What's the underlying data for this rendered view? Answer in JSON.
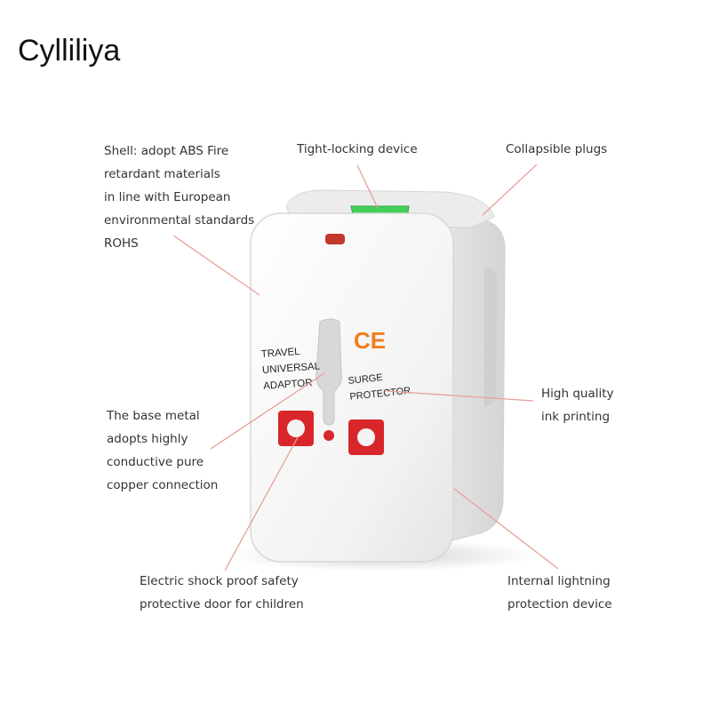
{
  "brand": "Cylliliya",
  "colors": {
    "leader_line": "#e8a098",
    "body": "#f4f4f4",
    "socket_red": "#d8262a",
    "ce_orange": "#f07d1e",
    "lock_green": "#44d056",
    "text": "#333333"
  },
  "product_markings": {
    "travel_lines": [
      "TRAVEL",
      "UNIVERSAL",
      "ADAPTOR"
    ],
    "surge_lines": [
      "SURGE",
      "PROTECTOR"
    ],
    "ce_mark": "CE"
  },
  "callouts": {
    "shell": [
      "Shell: adopt ABS Fire",
      "retardant materials",
      "in line with European",
      "environmental standards",
      "ROHS"
    ],
    "lock": [
      "Tight-locking device"
    ],
    "plugs": [
      "Collapsible plugs"
    ],
    "ink": [
      "High quality",
      "ink printing"
    ],
    "metal": [
      "The base metal",
      "adopts highly",
      "conductive pure",
      "copper connection"
    ],
    "shock": [
      "Electric shock proof safety",
      "protective door for children"
    ],
    "lightning": [
      "Internal lightning",
      "protection device"
    ]
  }
}
